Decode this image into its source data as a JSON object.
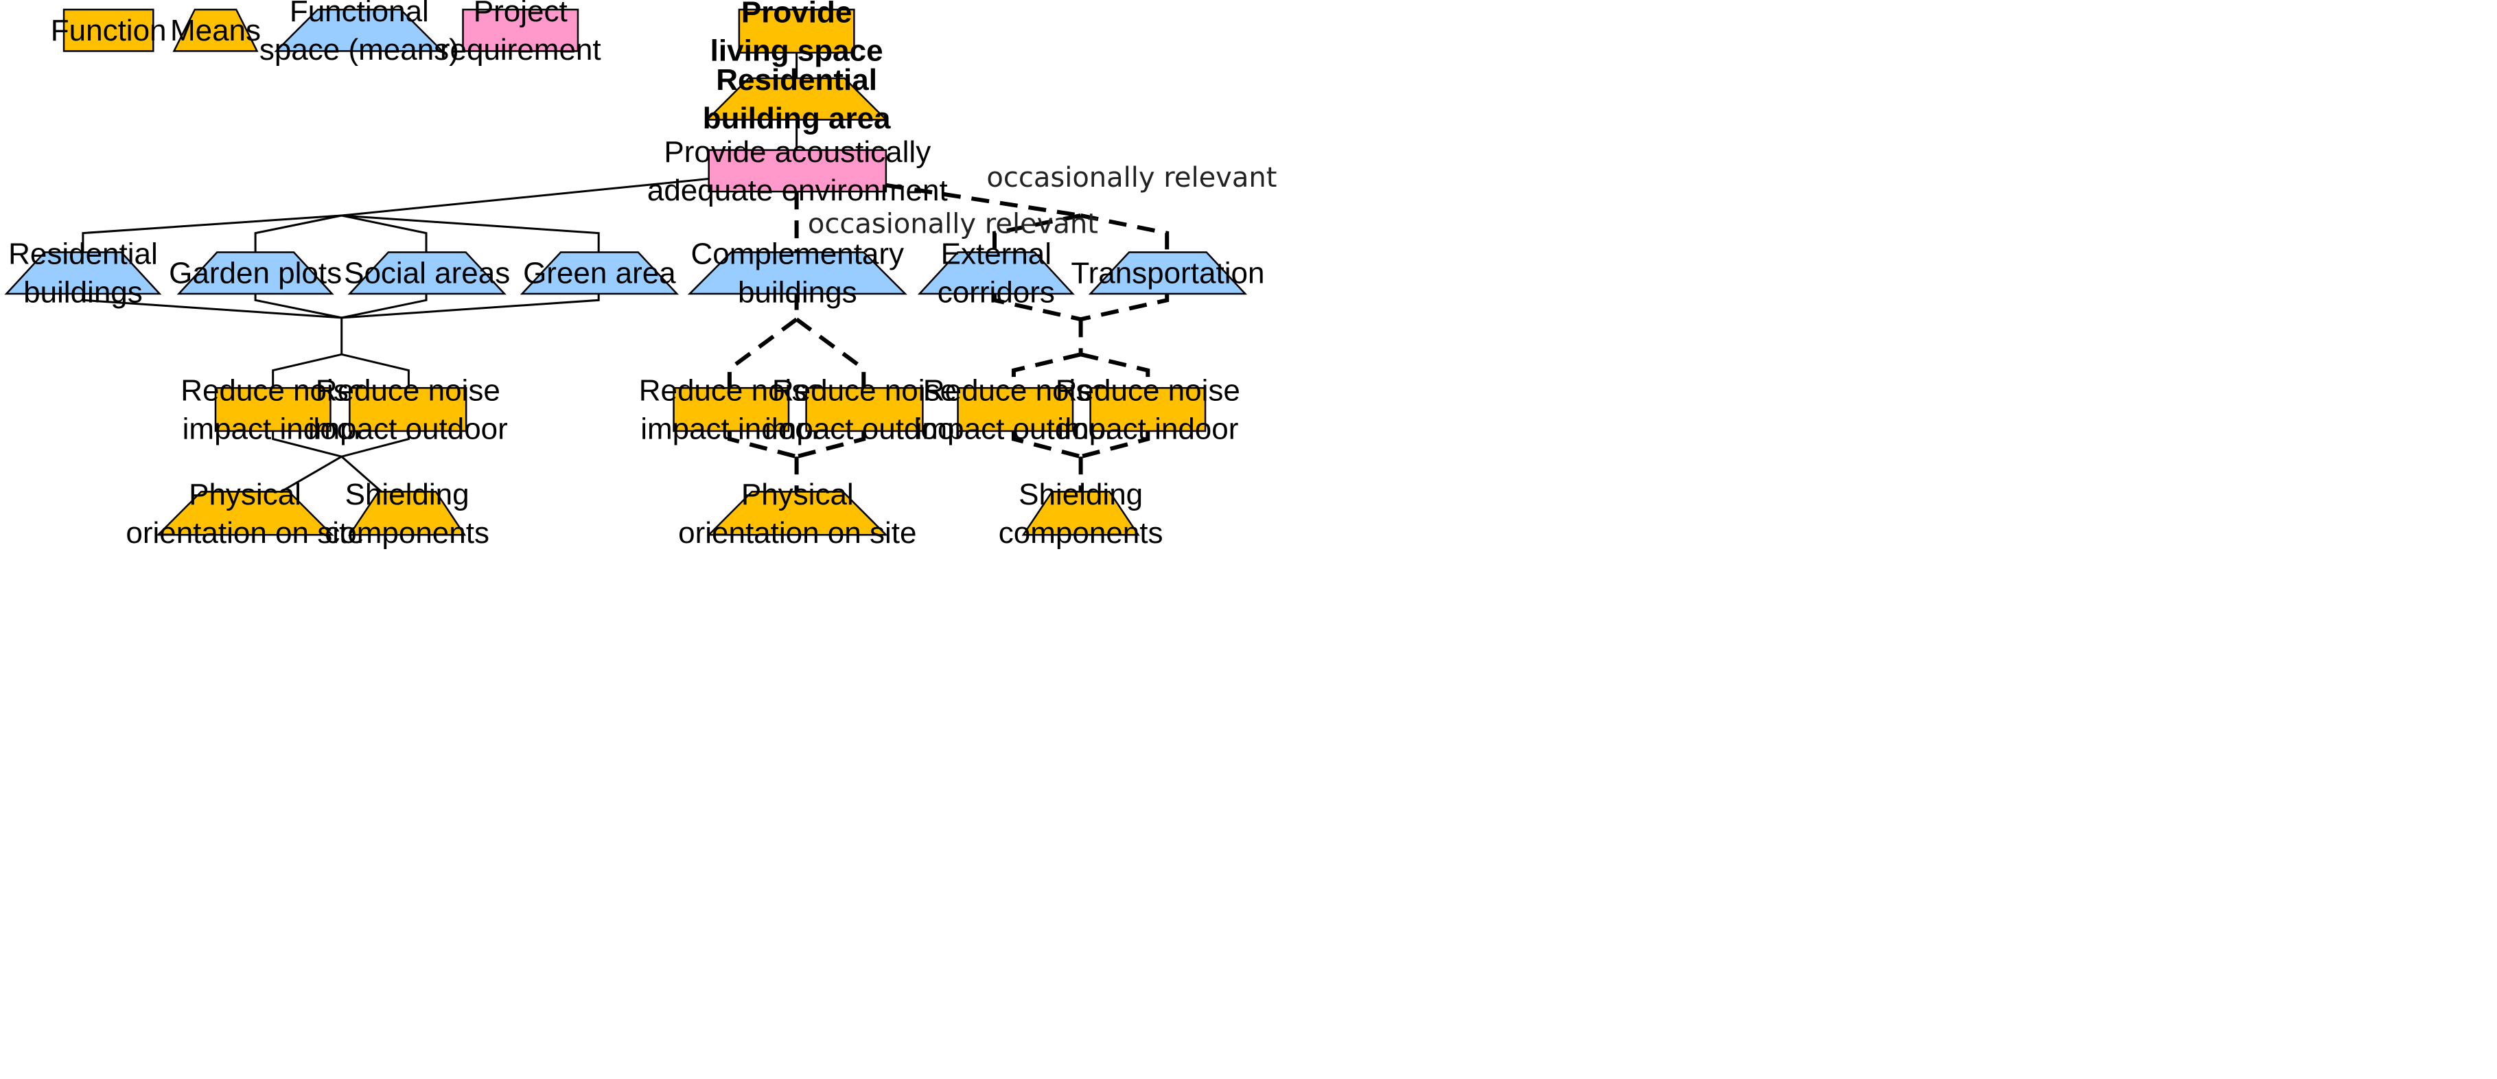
{
  "colors": {
    "function": "#ffc000",
    "means": "#ffc000",
    "functional_space": "#99ccff",
    "project_requirement": "#ff99cc"
  },
  "legend": {
    "function": [
      "Function"
    ],
    "means": [
      "Means"
    ],
    "functional_space": [
      "Functional",
      "space (means)"
    ],
    "project_requirement": [
      "Project",
      "requirement"
    ]
  },
  "top": {
    "provide_living_space": [
      "Provide",
      "living space"
    ],
    "residential_building_area": [
      "Residential",
      "building area"
    ],
    "acoustic_requirement": [
      "Provide acoustically",
      "adequate environment"
    ]
  },
  "notes": {
    "middle_branch": "occasionally relevant",
    "right_branch": "occasionally relevant"
  },
  "left_group": {
    "spaces": [
      [
        "Residential",
        "buildings"
      ],
      [
        "Garden plots"
      ],
      [
        "Social areas"
      ],
      [
        "Green area"
      ]
    ],
    "functions": [
      [
        "Reduce noise",
        "impact indoor"
      ],
      [
        "Reduce noise",
        "impact outdoor"
      ]
    ],
    "means": [
      [
        "Physical",
        "orientation on site"
      ],
      [
        "Shielding",
        "components"
      ]
    ]
  },
  "middle_group": {
    "spaces": [
      [
        "Complementary",
        "buildings"
      ]
    ],
    "functions": [
      [
        "Reduce noise",
        "impact indoor"
      ],
      [
        "Reduce noise",
        "impact outdoor"
      ]
    ],
    "means": [
      [
        "Physical",
        "orientation on site"
      ]
    ]
  },
  "right_group": {
    "spaces": [
      [
        "External",
        "corridors"
      ],
      [
        "Transportation"
      ]
    ],
    "functions": [
      [
        "Reduce noise",
        "impact outdoor"
      ],
      [
        "Reduce noise",
        "impact indoor"
      ]
    ],
    "means": [
      [
        "Shielding",
        "components"
      ]
    ]
  }
}
